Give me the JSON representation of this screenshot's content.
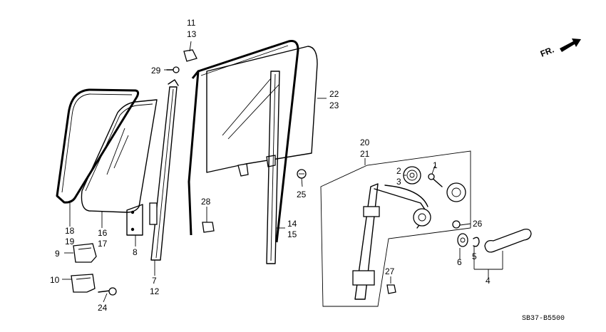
{
  "direction_label": "FR.",
  "diagram_code": "SB37-B5500",
  "labels": {
    "p11": "11",
    "p13": "13",
    "p29": "29",
    "p22": "22",
    "p23": "23",
    "p20": "20",
    "p21": "21",
    "p2": "2",
    "p3": "3",
    "p1": "1",
    "p25": "25",
    "p28": "28",
    "p14": "14",
    "p15": "15",
    "p26": "26",
    "p5": "5",
    "p6": "6",
    "p4": "4",
    "p27": "27",
    "p18": "18",
    "p19": "19",
    "p16": "16",
    "p17": "17",
    "p8": "8",
    "p9": "9",
    "p10": "10",
    "p7": "7",
    "p12": "12",
    "p24": "24"
  }
}
